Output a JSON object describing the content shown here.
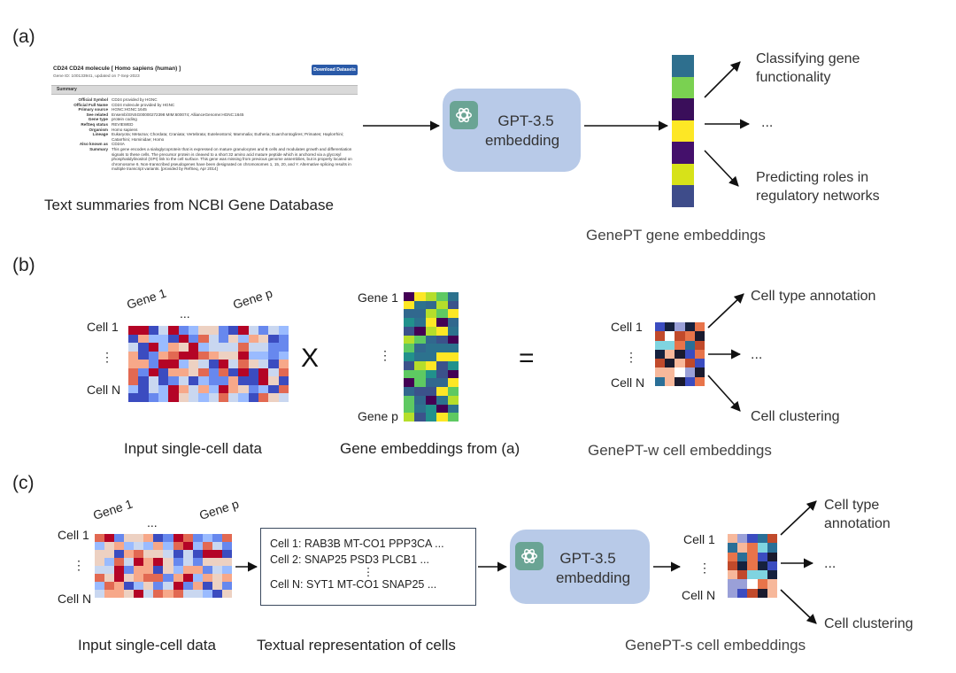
{
  "panels": {
    "a": {
      "label": "(a)",
      "source_caption": "Text summaries from NCBI Gene Database",
      "gpt_label": "GPT-3.5\nembedding",
      "gpt_line1": "GPT-3.5",
      "gpt_line2": "embedding",
      "output_top": "Classifying gene functionality",
      "output_mid": "...",
      "output_bottom": "Predicting roles in regulatory networks",
      "embedding_caption": "GenePT gene embeddings",
      "embedding_colors": [
        "#2e6f8e",
        "#7ad151",
        "#3a0e5a",
        "#fde725",
        "#44106b",
        "#d7e219",
        "#3e4c8a"
      ],
      "ncbi": {
        "title": "CD24  CD24 molecule [ Homo sapiens (human) ]",
        "gene_id": "Gene ID: 100133941, updated on 7-Sep-2023",
        "download_button": "Download Datasets",
        "summary_header": "Summary",
        "rows": [
          {
            "key": "Official Symbol",
            "val": "CD24  provided by HGNC"
          },
          {
            "key": "Official Full Name",
            "val": "CD24 molecule  provided by HGNC"
          },
          {
            "key": "Primary source",
            "val": "HGNC:HGNC:1645"
          },
          {
            "key": "See related",
            "val": "Ensembl:ENSG00000272398 MIM:600074; AllianceGenome:HGNC:1645"
          },
          {
            "key": "Gene type",
            "val": "protein coding"
          },
          {
            "key": "RefSeq status",
            "val": "REVIEWED"
          },
          {
            "key": "Organism",
            "val": "Homo sapiens"
          },
          {
            "key": "Lineage",
            "val": "Eukaryota; Metazoa; Chordata; Craniata; Vertebrata; Euteleostomi; Mammalia; Eutheria; Euarchontoglires; Primates; Haplorrhini; Catarrhini; Hominidae; Homo"
          },
          {
            "key": "Also known as",
            "val": "CD24A"
          },
          {
            "key": "Summary",
            "val": "This gene encodes a sialoglycoprotein that is expressed on mature granulocytes and B cells and modulates growth and differentiation signals to these cells. The precursor protein is cleaved to a short 32 amino acid mature peptide which is anchored via a glycosyl phosphatidylinositol (GPI) link to the cell surface. This gene was missing from previous genome assemblies, but is properly located on chromosome 6. Non-transcribed pseudogenes have been designated on chromosomes 1, 15, 20, and Y. Alternative splicing results in multiple transcript variants. [provided by RefSeq, Apr 2014]"
          }
        ]
      }
    },
    "b": {
      "label": "(b)",
      "gene_1": "Gene 1",
      "gene_dots": "...",
      "gene_p": "Gene p",
      "cell_1": "Cell 1",
      "cell_dots": "⋮",
      "cell_n": "Cell N",
      "times": "X",
      "equals": "=",
      "emb_gene_1": "Gene 1",
      "emb_dots": "⋮",
      "emb_gene_p": "Gene p",
      "out_cell_1": "Cell 1",
      "out_dots": "⋮",
      "out_cell_n": "Cell N",
      "output_top": "Cell type annotation",
      "output_mid": "...",
      "output_bottom": "Cell clustering",
      "caption_input": "Input single-cell data",
      "caption_emb": "Gene embeddings from (a)",
      "caption_out": "GenePT-w cell embeddings"
    },
    "c": {
      "label": "(c)",
      "gene_1": "Gene 1",
      "gene_dots": "...",
      "gene_p": "Gene p",
      "cell_1": "Cell 1",
      "cell_dots": "⋮",
      "cell_n": "Cell N",
      "text_lines": [
        "Cell 1: RAB3B MT-CO1 PPP3CA ...",
        "Cell 2: SNAP25 PSD3 PLCB1 ...",
        "⋮",
        "Cell N: SYT1 MT-CO1 SNAP25 ..."
      ],
      "gpt_line1": "GPT-3.5",
      "gpt_line2": "embedding",
      "out_cell_1": "Cell 1",
      "out_dots": "⋮",
      "out_cell_n": "Cell N",
      "output_top": "Cell type annotation",
      "output_mid": "...",
      "output_bottom": "Cell clustering",
      "caption_input": "Input single-cell data",
      "caption_text": "Textual representation of cells",
      "caption_out": "GenePT-s cell embeddings"
    }
  },
  "colors": {
    "gpt_box": "#b8cae8",
    "logo": "#6aa494",
    "coolwarm": [
      "#3b4cc0",
      "#6788ee",
      "#9abbff",
      "#c9d7f0",
      "#edd1c2",
      "#f7a889",
      "#e26952",
      "#b40426"
    ],
    "viridis": [
      "#440154",
      "#3b528b",
      "#21918c",
      "#5ec962",
      "#b5de2b",
      "#fde725",
      "#31688e",
      "#2c728e"
    ],
    "cellemb": [
      "#1a1a2e",
      "#7fd4e0",
      "#e8744a",
      "#3b4cc0",
      "#f7b89b",
      "#2a6f97",
      "#9aa0d8",
      "#ffffff",
      "#c14a2b",
      "#16213e"
    ]
  }
}
